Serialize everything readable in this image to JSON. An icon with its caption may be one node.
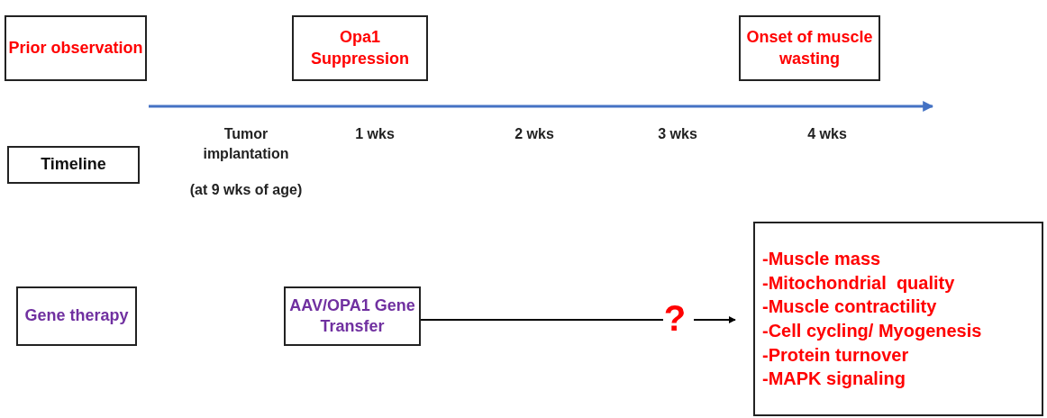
{
  "diagram": {
    "nodes": [
      {
        "text": [
          "Prior observation"
        ]
      },
      {
        "text": [
          "Opa1 Suppression"
        ]
      },
      {
        "text": [
          "Onset of muscle wasting"
        ]
      },
      {
        "text": [
          "Timeline"
        ]
      },
      {
        "text": [
          "Gene therapy"
        ]
      },
      {
        "text": [
          "AAV/OPA1 Gene Transfer"
        ]
      },
      {
        "text": [
          "?"
        ]
      },
      {
        "text": [
          "-Muscle mass",
          "-Mitochondrial  quality",
          "-Muscle contractility",
          "-Cell cycling/ Myogenesis",
          "-Protein turnover",
          "-MAPK signaling"
        ]
      }
    ],
    "edges": [
      {
        "from": 5,
        "to": 6,
        "arrow": "none"
      },
      {
        "from": 6,
        "to": 7,
        "arrow": "to"
      }
    ],
    "labels": [
      "Tumor implantation",
      "(at 9 wks of age)",
      "1 wks",
      "2 wks",
      "3 wks",
      "4 wks"
    ]
  }
}
